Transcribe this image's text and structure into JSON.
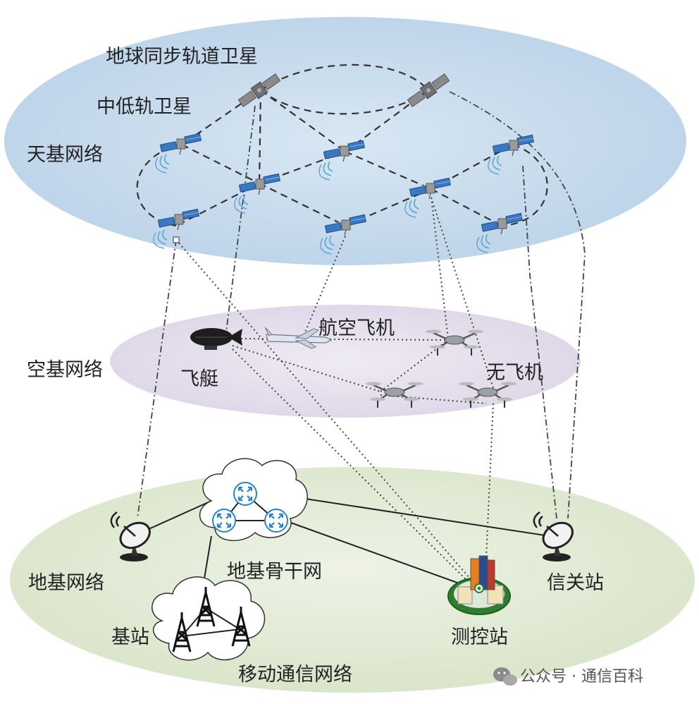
{
  "labels": {
    "geo_sat": "地球同步轨道卫星",
    "leo_sat": "中低轨卫星",
    "space_net": "天基网络",
    "airplane": "航空飞机",
    "air_net": "空基网络",
    "airship": "飞艇",
    "drone": "无飞机",
    "ground_net": "地基网络",
    "backbone": "地基骨干网",
    "gateway": "信关站",
    "base_station": "基站",
    "control_station": "测控站",
    "mobile_net": "移动通信网络"
  },
  "watermark": "公众号 · 通信百科",
  "colors": {
    "space_layer": "#c9dcec",
    "air_layer": "#e6e0ee",
    "ground_layer": "#e2ebd6",
    "satellite_panel": "#3a78c2",
    "geo_sat": "#8a8a8a",
    "building_red": "#c0392b",
    "building_orange": "#e67e22",
    "building_blue": "#2e4a8c",
    "base_green": "#2e7d32",
    "router_blue": "#2a83c9"
  },
  "icons": {
    "geo_satellite": "geo-satellite-icon",
    "leo_satellite": "leo-satellite-icon",
    "airship": "airship-icon",
    "airplane": "airplane-icon",
    "drone": "drone-icon",
    "dish": "satellite-dish-icon",
    "router": "router-icon",
    "tower": "cell-tower-icon",
    "building": "control-center-icon",
    "wechat": "wechat-icon"
  }
}
